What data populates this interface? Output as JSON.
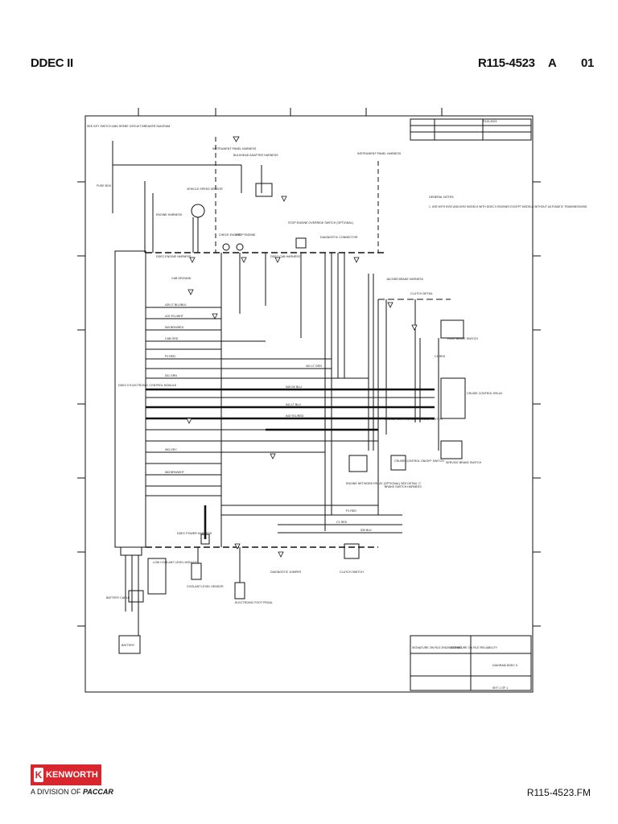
{
  "header": {
    "left": "DDEC II",
    "doc_number": "R115-4523",
    "rev": "A",
    "sheet": "01"
  },
  "footer": {
    "file": "R115-4523.FM"
  },
  "logo": {
    "brand": "KENWORTH",
    "division_prefix": "A DIVISION OF",
    "parent": "PACCAR"
  },
  "diagram": {
    "ref_top_right": "R115-4523",
    "labels": {
      "key_switch": "SEE KEY SWITCH AND SPARE CIRCUIT BREAKER DIAGRAM",
      "fuse_box": "FUSE BOX",
      "instrument_panel_harness": "INSTRUMENT PANEL HARNESS",
      "bulkhead_adapter": "BULKHEAD ADAPTER HARNESS",
      "vehicle_speed_sensor": "VEHICLE SPEED SENSOR",
      "engine_harness": "ENGINE HARNESS",
      "ddec_engine_harness": "DDEC ENGINE HARNESS",
      "check_engine": "CHECK ENGINE",
      "stop_engine": "STOP ENGINE",
      "stop_engine_override": "STOP ENGINE OVERRIDE SWITCH (OPTIONAL)",
      "diagnostic_connector": "DIAGNOSTIC CONNECTOR",
      "cab_harness": "DDEC CAB HARNESS",
      "cab_ground": "CAB GROUND",
      "general_notes": "GENERAL NOTES:",
      "note_1": "1. USE WITH 6V92 AND 8V92 MODELS WITH DDEC II ENGINES EXCEPT MODELS WITHOUT AUTOMATIC TRANSMISSIONS.",
      "jacobs_brake_harness": "JACOBS BRAKE HARNESS",
      "clutch_detail": "CLUTCH DETAIL",
      "park_brake_switch": "PARK BRAKE SWITCH",
      "cruise_control_relay": "CRUISE CONTROL RELAY",
      "ecm": "DDEC II ELECTRONIC CONTROL MODULE",
      "cruise_control_switch": "CRUISE CONTROL SET/RESUME SWITCH",
      "cruise_on_off": "CRUISE CONTROL ON/OFF SWITCH",
      "service_brake_switch": "SERVICE BRAKE SWITCH",
      "engine_network_relay": "ENGINE NETWORK RELAY (OPTIONAL) SEE DETAIL 'C'",
      "brake_switch_harness": "BRAKE SWITCH HARNESS",
      "low_coolant": "LOW COOLANT LEVEL MODULE",
      "coolant_level_sensor": "COOLANT LEVEL SENSOR",
      "electronic_foot_pedal": "ELECTRONIC FOOT PEDAL",
      "diagnostic_jumper": "DIAGNOSTIC JUMPER",
      "clutch_switch": "CLUTCH SWITCH",
      "power_harness": "DDEC POWER HARNESS",
      "battery_cable": "BATTERY CABLE",
      "battery": "BATTERY"
    },
    "wires": [
      "439 LT BLU/BLK",
      "419 YEL/WHT",
      "509 BRN/RED",
      "CAB GRD",
      "P1 RED",
      "451 LT GRN",
      "531 GRN",
      "545 DK BLU",
      "541 LT BLU",
      "543 YEL/RED",
      "953 GRY",
      "583 BRN/WHT",
      "C1 RED",
      "P1 RED",
      "539 BLK",
      "C1 RED"
    ],
    "title_block": {
      "left": "SIGNATURE ON FILE ENGINEERING",
      "mid": "SIGNATURE ON FILE RELIABILITY",
      "right": "DIAGRAM DDEC II",
      "sheet": "SHT 1 OF 1"
    }
  }
}
